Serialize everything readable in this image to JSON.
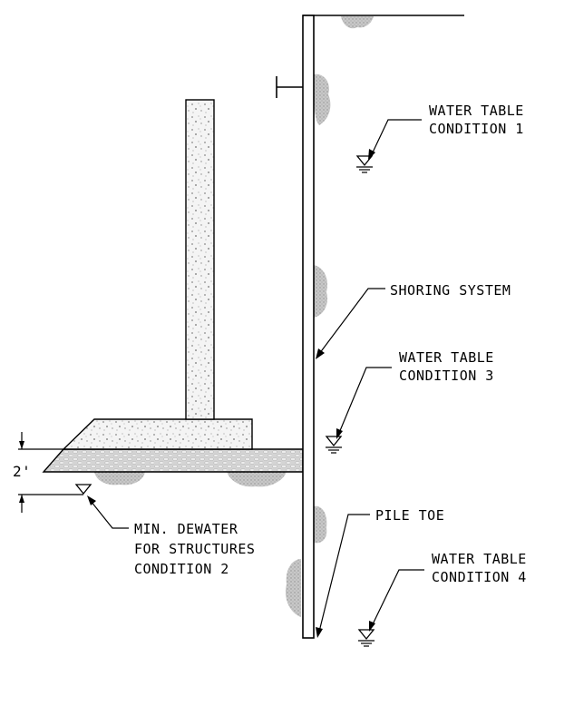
{
  "labels": {
    "wt1_line1": "WATER TABLE",
    "wt1_line2": "CONDITION 1",
    "shoring": "SHORING SYSTEM",
    "wt3_line1": "WATER TABLE",
    "wt3_line2": "CONDITION 3",
    "pile_toe": "PILE TOE",
    "wt4_line1": "WATER TABLE",
    "wt4_line2": "CONDITION 4",
    "dewater_line1": "MIN. DEWATER",
    "dewater_line2": "FOR STRUCTURES",
    "dewater_line3": "CONDITION 2",
    "dimension": "2'"
  },
  "colors": {
    "line": "#000000",
    "concrete_bg": "#f4f4f4",
    "speckle": "#9a9a9a",
    "gravel": "#cfcfcf",
    "soil": "#b8b8b8"
  }
}
